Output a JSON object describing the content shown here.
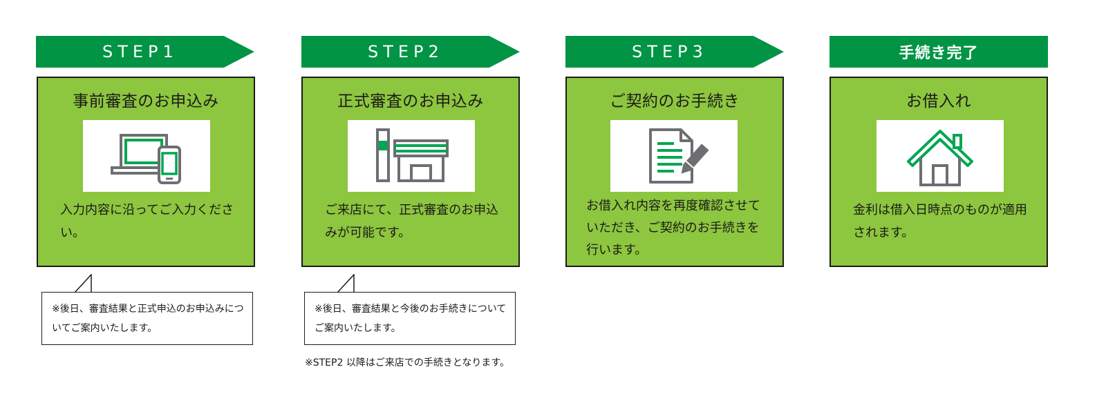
{
  "steps": [
    {
      "header": "STEP1",
      "title": "事前審査のお申込み",
      "icon": "laptop-smartphone-icon",
      "description": "入力内容に沿ってご入力ください。"
    },
    {
      "header": "STEP2",
      "title": "正式審査のお申込み",
      "icon": "store-icon",
      "description": "ご来店にて、正式審査のお申込みが可能です。"
    },
    {
      "header": "STEP3",
      "title": "ご契約のお手続き",
      "icon": "document-pen-icon",
      "description": "お借入れ内容を再度確認させていただき、ご契約のお手続きを行います。"
    },
    {
      "header": "手続き完了",
      "title": "お借入れ",
      "icon": "house-icon",
      "description": "金利は借入日時点のものが適用されます。"
    }
  ],
  "notes": [
    "※後日、審査結果と正式申込のお申込みについてご案内いたします。",
    "※後日、審査結果と今後のお手続きについてご案内いたします。"
  ],
  "footnote": "※STEP2 以降はご来店での手続きとなります。",
  "colors": {
    "header_green": "#009444",
    "card_green": "#8dc63f",
    "icon_green": "#00a651",
    "icon_gray": "#6d6e71"
  }
}
